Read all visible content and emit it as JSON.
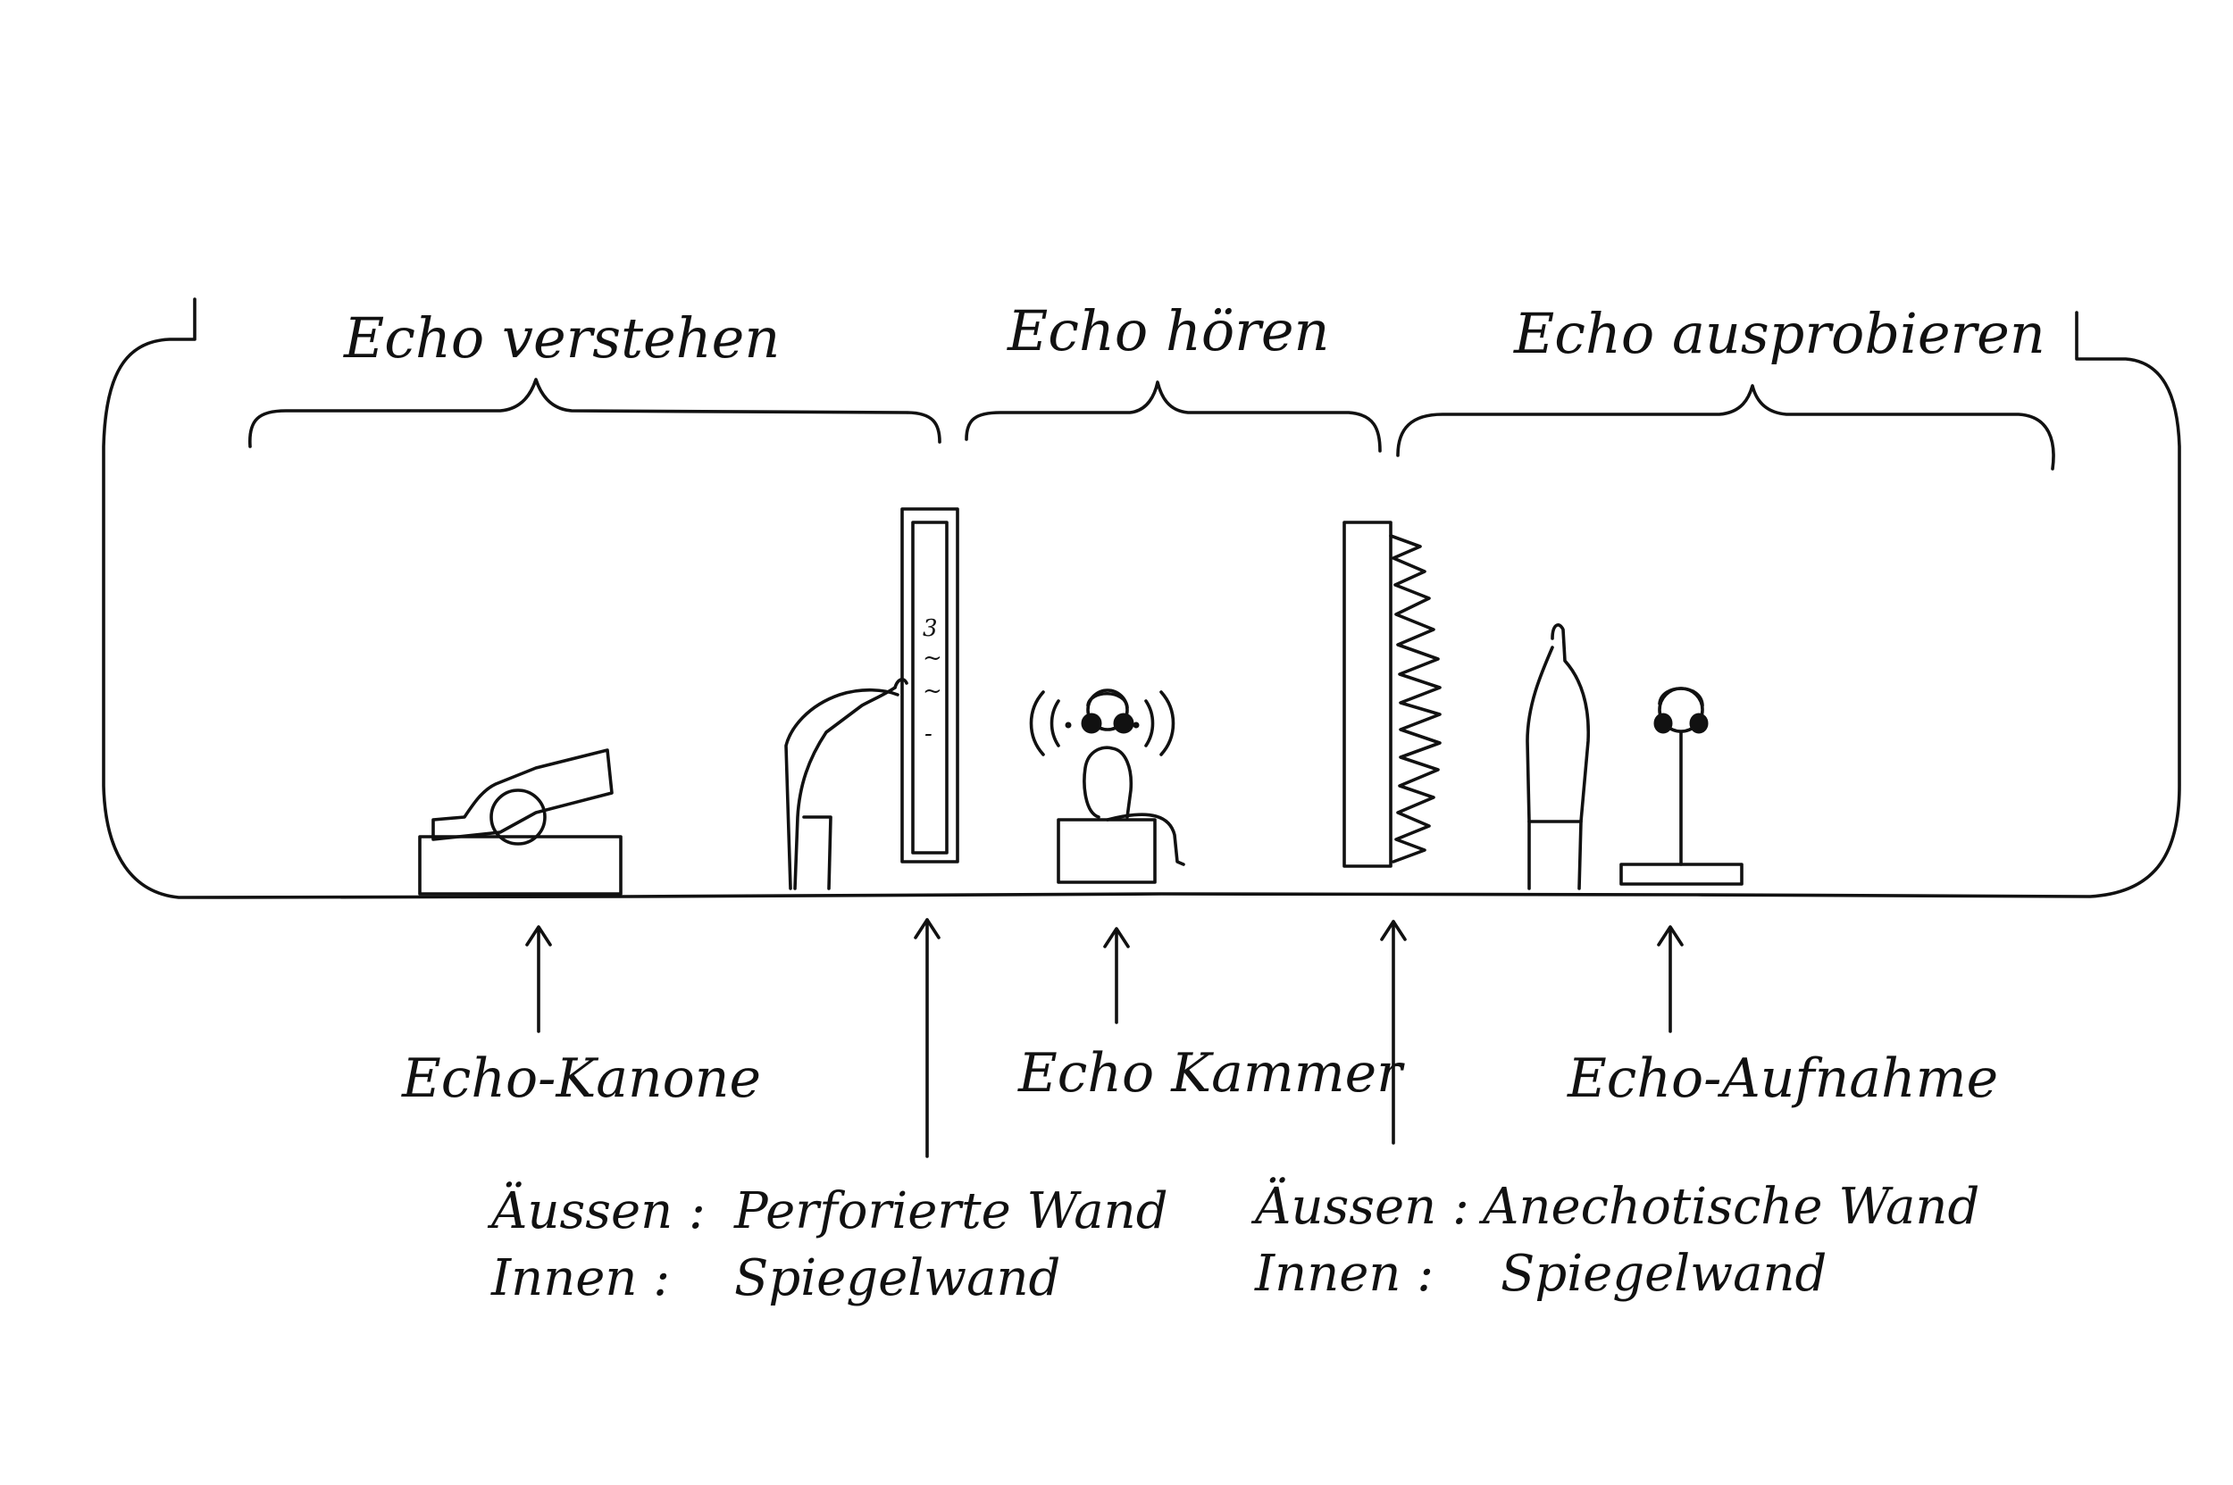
{
  "diagram": {
    "sections": [
      {
        "id": "verstehen",
        "label": "Echo verstehen"
      },
      {
        "id": "hoeren",
        "label": "Echo hören"
      },
      {
        "id": "ausprobieren",
        "label": "Echo ausprobieren"
      }
    ],
    "stations": [
      {
        "id": "kanone",
        "label": "Echo-Kanone"
      },
      {
        "id": "kammer",
        "label": "Echo Kammer"
      },
      {
        "id": "aufnahme",
        "label": "Echo-Aufnahme"
      }
    ],
    "walls": [
      {
        "id": "perforated",
        "outer_label": "Äussen :",
        "outer_value": "Perforierte Wand",
        "inner_label": "Innen :",
        "inner_value": "Spiegelwand"
      },
      {
        "id": "anechoic",
        "outer_label": "Äussen :",
        "outer_value": "Anechotische Wand",
        "inner_label": "Innen :",
        "inner_value": "Spiegelwand"
      }
    ],
    "wall_markings": [
      "3",
      "~",
      "~",
      "-"
    ],
    "colors": {
      "ink": "#111111",
      "background": "#ffffff"
    }
  }
}
